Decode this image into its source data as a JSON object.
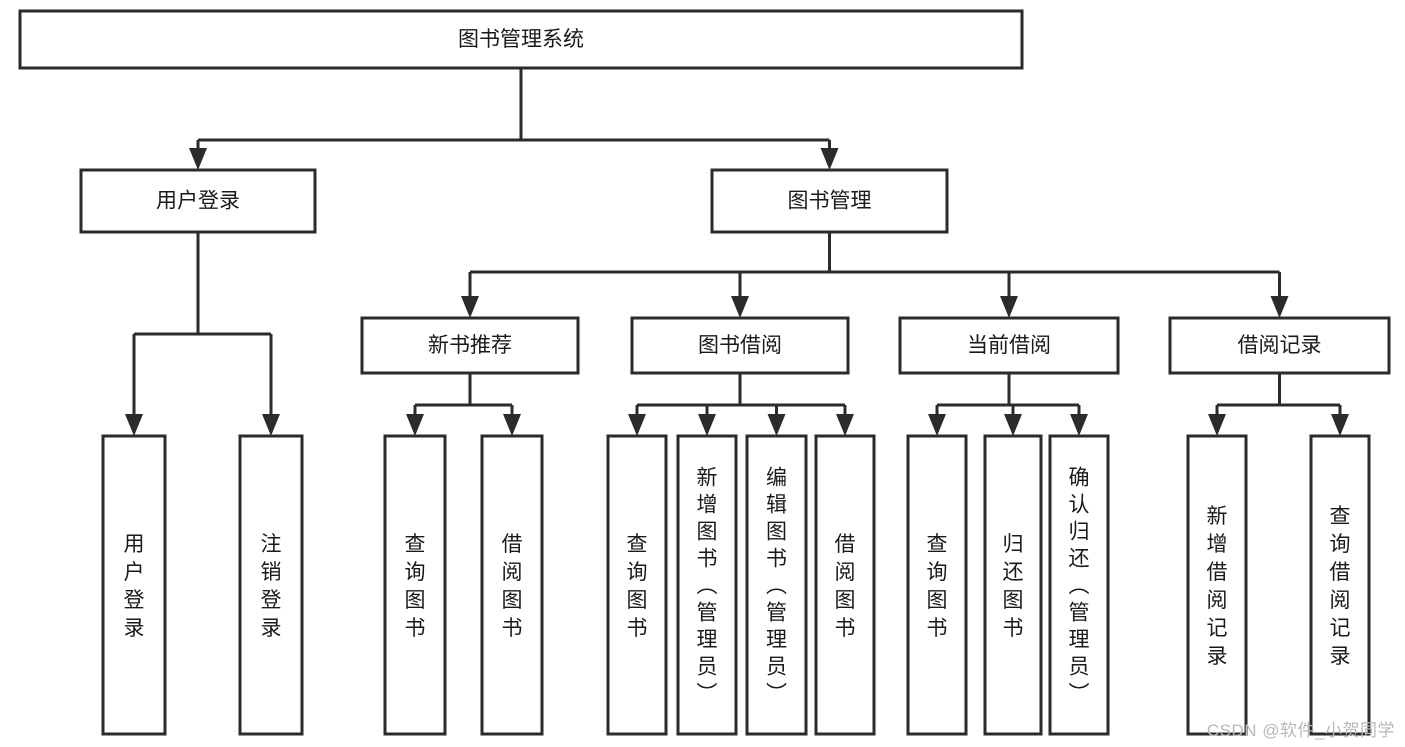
{
  "diagram": {
    "title": "图书管理系统",
    "type": "tree-hierarchy-diagram",
    "colors": {
      "box_stroke": "#2b2b2b",
      "box_fill": "#ffffff",
      "connector": "#2b2b2b",
      "text": "#1a1a1a",
      "background": "#ffffff",
      "watermark": "#b9b9b9"
    },
    "nodes": {
      "root": {
        "label": "图书管理系统",
        "orientation": "horizontal"
      },
      "level2": [
        {
          "id": "user-login",
          "label": "用户登录",
          "orientation": "horizontal"
        },
        {
          "id": "book-management",
          "label": "图书管理",
          "orientation": "horizontal"
        }
      ],
      "level3": [
        {
          "id": "new-book-recommend",
          "label": "新书推荐",
          "orientation": "horizontal"
        },
        {
          "id": "book-borrow",
          "label": "图书借阅",
          "orientation": "horizontal"
        },
        {
          "id": "current-borrow",
          "label": "当前借阅",
          "orientation": "horizontal"
        },
        {
          "id": "borrow-record",
          "label": "借阅记录",
          "orientation": "horizontal"
        }
      ],
      "leaves": {
        "user-login": [
          {
            "id": "leaf-user-login",
            "label": "用户登录",
            "orientation": "vertical"
          },
          {
            "id": "leaf-logout-login",
            "label": "注销登录",
            "orientation": "vertical"
          }
        ],
        "new-book-recommend": [
          {
            "id": "leaf-query-book-1",
            "label": "查询图书",
            "orientation": "vertical"
          },
          {
            "id": "leaf-borrow-book-1",
            "label": "借阅图书",
            "orientation": "vertical"
          }
        ],
        "book-borrow": [
          {
            "id": "leaf-query-book-2",
            "label": "查询图书",
            "orientation": "vertical"
          },
          {
            "id": "leaf-add-book",
            "label": "新增图书（管理员）",
            "orientation": "vertical"
          },
          {
            "id": "leaf-edit-book",
            "label": "编辑图书（管理员）",
            "orientation": "vertical"
          },
          {
            "id": "leaf-borrow-book-2",
            "label": "借阅图书",
            "orientation": "vertical"
          }
        ],
        "current-borrow": [
          {
            "id": "leaf-query-book-3",
            "label": "查询图书",
            "orientation": "vertical"
          },
          {
            "id": "leaf-return-book",
            "label": "归还图书",
            "orientation": "vertical"
          },
          {
            "id": "leaf-confirm-return",
            "label": "确认归还（管理员）",
            "orientation": "vertical"
          }
        ],
        "borrow-record": [
          {
            "id": "leaf-add-borrow-record",
            "label": "新增借阅记录",
            "orientation": "vertical"
          },
          {
            "id": "leaf-query-borrow-record",
            "label": "查询借阅记录",
            "orientation": "vertical"
          }
        ]
      }
    },
    "watermark": "CSDN @软件_小贺同学"
  }
}
